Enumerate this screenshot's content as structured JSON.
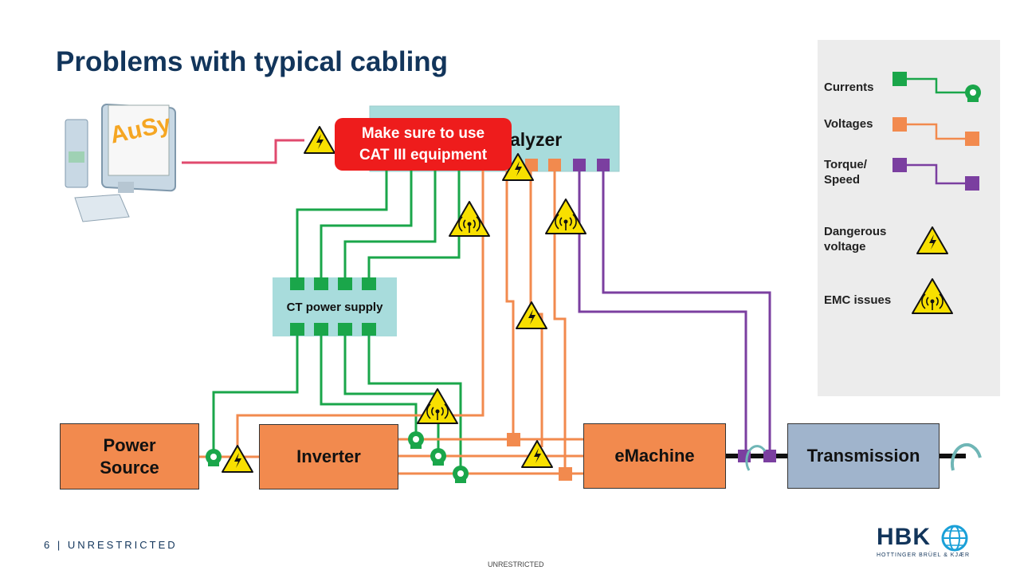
{
  "slide": {
    "title": "Problems with typical cabling",
    "callout": "Make sure to use\nCAT III equipment",
    "analyzer_label": "alyzer",
    "ausy_label": "AuSy"
  },
  "boxes": {
    "power_source": "Power\nSource",
    "inverter": "Inverter",
    "emachine": "eMachine",
    "transmission": "Transmission",
    "ct_power_supply": "CT power supply"
  },
  "legend": {
    "currents": "Currents",
    "voltages": "Voltages",
    "torque_speed": "Torque/\nSpeed",
    "dangerous_voltage": "Dangerous\nvoltage",
    "emc_issues": "EMC issues"
  },
  "colors": {
    "current": "#1aa64a",
    "voltage": "#f28a4e",
    "torque": "#7b3fa0",
    "ethernet": "#e04a6e",
    "analyzer": "#a8dcdc",
    "transmission": "#a0b4cc",
    "callout": "#ee1c1c",
    "title": "#12355b"
  },
  "footer": {
    "page_number": "6",
    "classification": "UNRESTRICTED",
    "center_label": "UNRESTRICTED",
    "logo": "HBK",
    "logo_subtitle": "HOTTINGER BRÜEL & KJÆR"
  }
}
